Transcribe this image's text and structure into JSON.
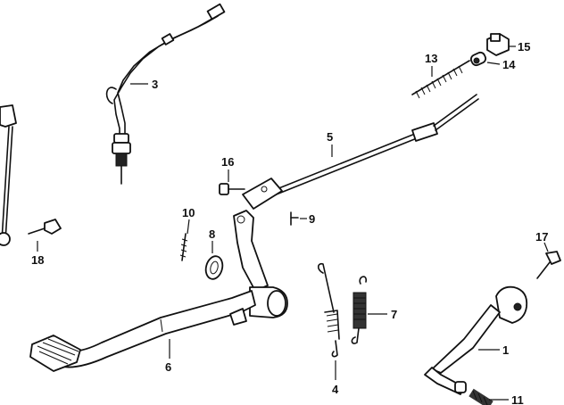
{
  "callouts": {
    "p1": "1",
    "p3": "3",
    "p4": "4",
    "p5": "5",
    "p6": "6",
    "p7": "7",
    "p8": "8",
    "p9": "9",
    "p10": "10",
    "p11": "11",
    "p13": "13",
    "p14": "14",
    "p15": "15",
    "p16": "16",
    "p17": "17",
    "p18": "18"
  }
}
